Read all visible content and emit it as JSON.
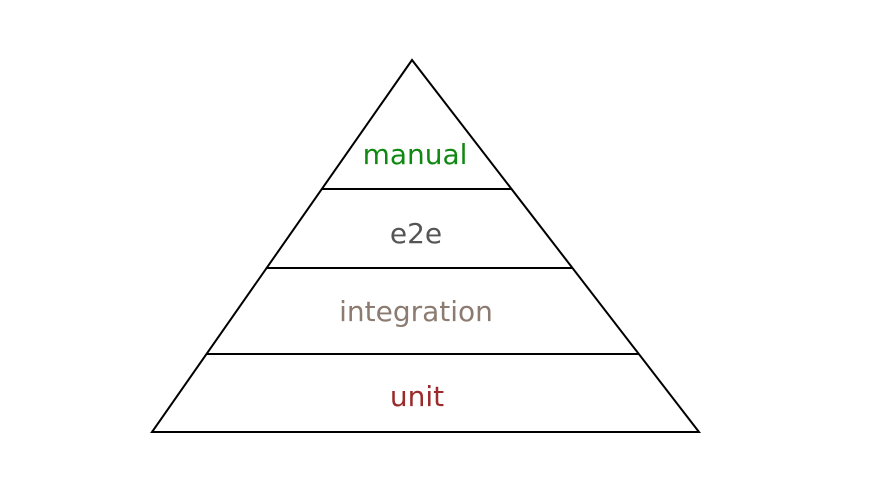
{
  "diagram": {
    "tiers": [
      {
        "label": "manual",
        "color": "#118811"
      },
      {
        "label": "e2e",
        "color": "#555555"
      },
      {
        "label": "integration",
        "color": "#8c7b70"
      },
      {
        "label": "unit",
        "color": "#9b2a2a"
      }
    ]
  }
}
